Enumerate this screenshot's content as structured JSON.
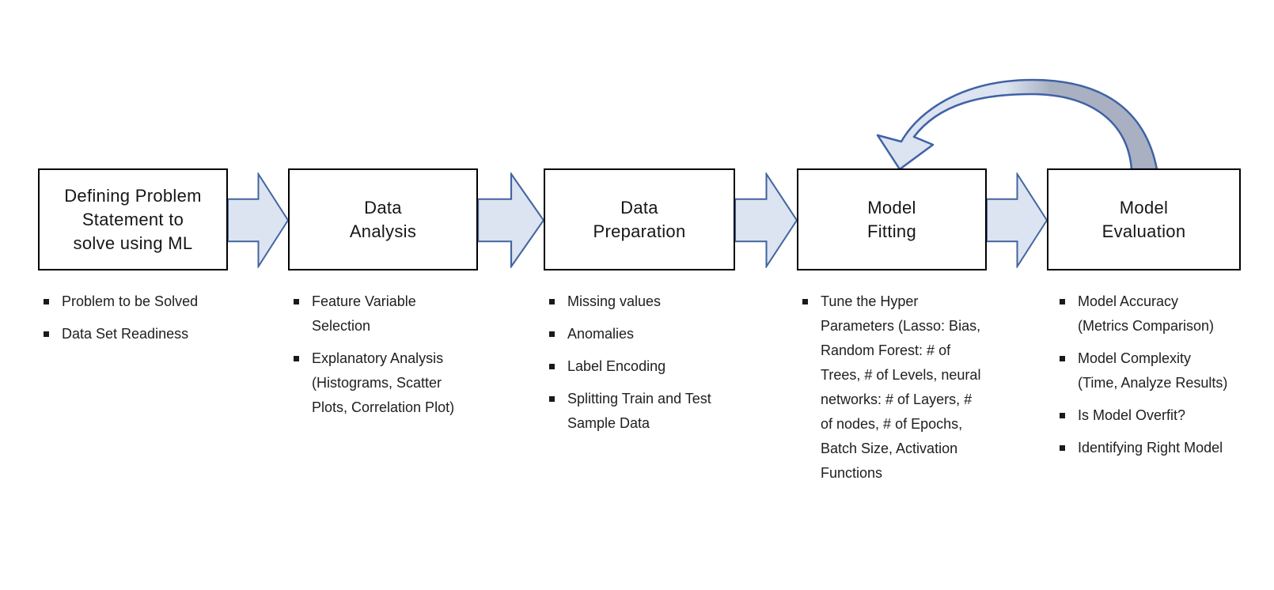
{
  "diagram": {
    "type": "process-flow",
    "topic": "Machine Learning workflow",
    "stages": [
      {
        "title": "Defining Problem\nStatement to\nsolve using ML",
        "bullets": [
          "Problem to be Solved",
          "Data Set Readiness"
        ]
      },
      {
        "title": "Data\nAnalysis",
        "bullets": [
          "Feature Variable Selection",
          "Explanatory Analysis (Histograms, Scatter Plots, Correlation Plot)"
        ]
      },
      {
        "title": "Data\nPreparation",
        "bullets": [
          "Missing values",
          "Anomalies",
          "Label Encoding",
          "Splitting Train and Test Sample Data"
        ]
      },
      {
        "title": "Model\nFitting",
        "bullets": [
          "Tune the Hyper Parameters (Lasso: Bias, Random Forest: # of Trees, # of Levels, neural networks: # of Layers, # of nodes, # of Epochs, Batch Size, Activation Functions"
        ]
      },
      {
        "title": "Model\nEvaluation",
        "bullets": [
          "Model Accuracy (Metrics Comparison)",
          "Model Complexity (Time, Analyze Results)",
          "Is Model Overfit?",
          "Identifying Right Model"
        ]
      }
    ],
    "connectors": [
      {
        "from": "Defining Problem Statement to solve using ML",
        "to": "Data Analysis"
      },
      {
        "from": "Data Analysis",
        "to": "Data Preparation"
      },
      {
        "from": "Data Preparation",
        "to": "Model Fitting"
      },
      {
        "from": "Model Fitting",
        "to": "Model Evaluation"
      }
    ],
    "feedback_loop": {
      "from": "Model Evaluation",
      "to": "Model Fitting"
    },
    "colors": {
      "arrow_fill": "#dce3f1",
      "arrow_border": "#41659f",
      "loop_light": "#dce3f1",
      "loop_gray": "#a9b0c2",
      "box_border": "#000000",
      "box_fill": "#ffffff",
      "text": "#202020"
    }
  }
}
